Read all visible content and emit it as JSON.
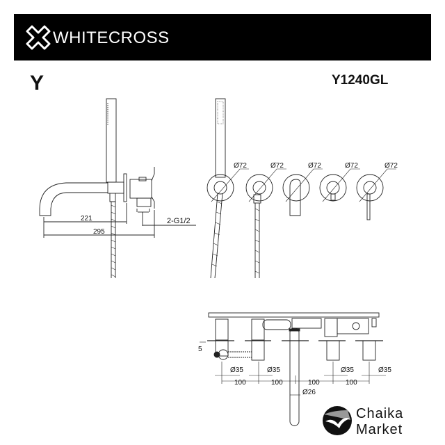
{
  "header": {
    "brand": "WHITECROSS",
    "logo_icon": "cross-outline-icon",
    "background": "#000000"
  },
  "series_letter": "Y",
  "model_code": "Y1240GL",
  "side_view": {
    "dim_spout": "221",
    "dim_total": "295",
    "dim_connection": "2-G1/2"
  },
  "front_view": {
    "diameters": [
      "Ø72",
      "Ø72",
      "Ø72",
      "Ø72",
      "Ø72"
    ]
  },
  "top_view": {
    "dim_offset": "5",
    "diameters": [
      "Ø35",
      "Ø35",
      "Ø35",
      "Ø35"
    ],
    "spacings": [
      "100",
      "100",
      "100",
      "100"
    ],
    "spout_diameter": "Ø26"
  },
  "watermark": {
    "line1": "Chaika",
    "line2": "Market"
  }
}
